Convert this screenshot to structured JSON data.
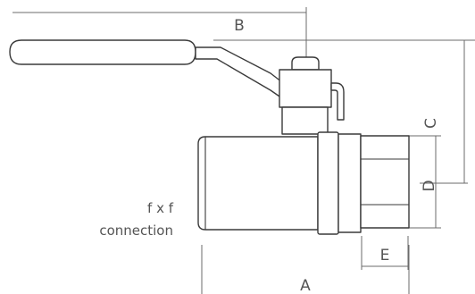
{
  "dimensions": {
    "a": "A",
    "b": "B",
    "c": "C",
    "d": "D",
    "e": "E"
  },
  "note": {
    "line1": "f x f",
    "line2": "connection"
  }
}
